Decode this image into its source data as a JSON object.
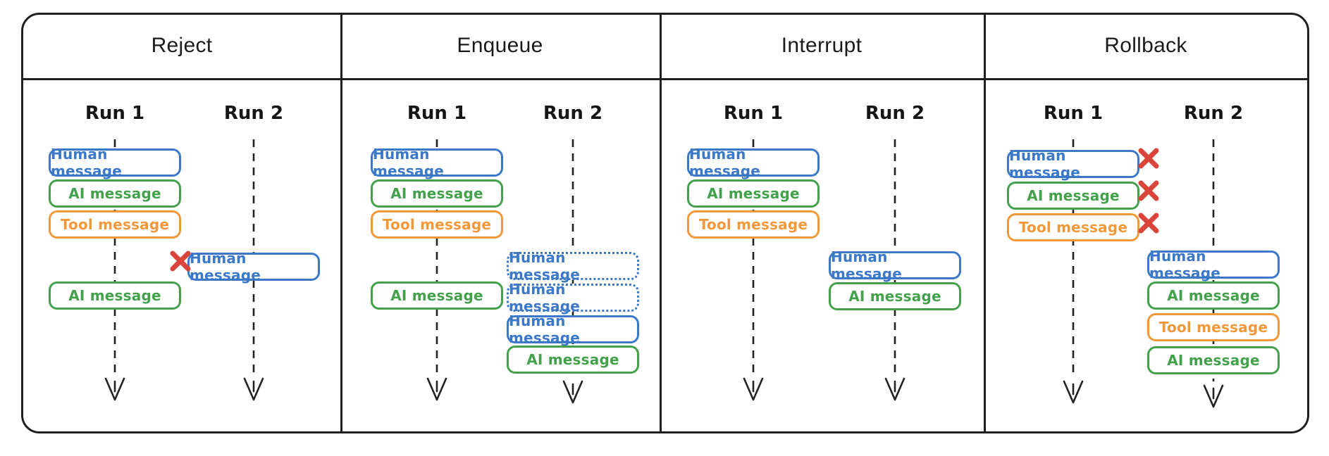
{
  "colors": {
    "human_blue": "#3b78c8",
    "ai_green": "#43a04b",
    "tool_orange": "#f0983a",
    "x_red": "#d9453a",
    "line_black": "#1f1f1f"
  },
  "icons": {
    "x_marker": "red-x-icon",
    "run_arrow": "dashed-down-arrow-icon"
  },
  "panels": [
    {
      "title": "Reject",
      "runs": [
        {
          "label": "Run 1",
          "messages": [
            {
              "kind": "human",
              "text": "Human message"
            },
            {
              "kind": "ai",
              "text": "AI message"
            },
            {
              "kind": "tool",
              "text": "Tool message"
            },
            {
              "kind": "ai",
              "text": "AI message"
            }
          ]
        },
        {
          "label": "Run 2",
          "messages": [
            {
              "kind": "human",
              "text": "Human message",
              "marker": "rejected-x"
            }
          ]
        }
      ]
    },
    {
      "title": "Enqueue",
      "runs": [
        {
          "label": "Run 1",
          "messages": [
            {
              "kind": "human",
              "text": "Human message"
            },
            {
              "kind": "ai",
              "text": "AI message"
            },
            {
              "kind": "tool",
              "text": "Tool message"
            },
            {
              "kind": "ai",
              "text": "AI message"
            }
          ]
        },
        {
          "label": "Run 2",
          "messages": [
            {
              "kind": "human",
              "text": "Human message",
              "style": "queued-dotted"
            },
            {
              "kind": "human",
              "text": "Human message",
              "style": "queued-dotted"
            },
            {
              "kind": "human",
              "text": "Human message"
            },
            {
              "kind": "ai",
              "text": "AI message"
            }
          ]
        }
      ]
    },
    {
      "title": "Interrupt",
      "runs": [
        {
          "label": "Run 1",
          "messages": [
            {
              "kind": "human",
              "text": "Human message"
            },
            {
              "kind": "ai",
              "text": "AI message"
            },
            {
              "kind": "tool",
              "text": "Tool message"
            }
          ]
        },
        {
          "label": "Run 2",
          "messages": [
            {
              "kind": "human",
              "text": "Human message"
            },
            {
              "kind": "ai",
              "text": "AI message"
            }
          ]
        }
      ]
    },
    {
      "title": "Rollback",
      "runs": [
        {
          "label": "Run 1",
          "messages": [
            {
              "kind": "human",
              "text": "Human message",
              "marker": "rolled-back-x"
            },
            {
              "kind": "ai",
              "text": "AI message",
              "marker": "rolled-back-x"
            },
            {
              "kind": "tool",
              "text": "Tool message",
              "marker": "rolled-back-x"
            }
          ]
        },
        {
          "label": "Run 2",
          "messages": [
            {
              "kind": "human",
              "text": "Human message"
            },
            {
              "kind": "ai",
              "text": "AI message"
            },
            {
              "kind": "tool",
              "text": "Tool message"
            },
            {
              "kind": "ai",
              "text": "AI message"
            }
          ]
        }
      ]
    }
  ]
}
